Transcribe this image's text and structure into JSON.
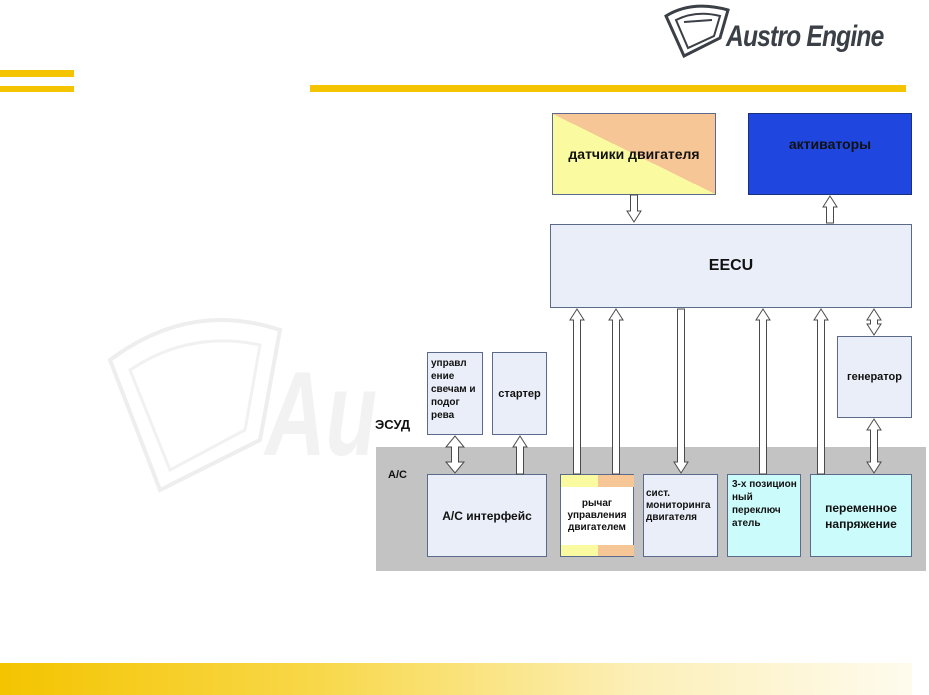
{
  "brand": {
    "logo_text": "Austro Engine"
  },
  "labels": {
    "esud": "ЭСУД",
    "ac": "A/C"
  },
  "boxes": {
    "sensors": "датчики двигателя",
    "actuators": "активаторы",
    "eecu": "EECU",
    "glow_control": "управл ение свечам и подог рева",
    "starter": "стартер",
    "generator": "генератор",
    "ac_interface": "A/C интерфейс",
    "throttle_lever": "рычаг управления двигателем",
    "monitoring": "сист. мониторинга двигателя",
    "three_pos_switch": "3-х позицион ный переключ атель",
    "ac_voltage": "переменное напряжение"
  },
  "colors": {
    "accent_yellow": "#f4c400",
    "sensor_yellow": "#fafaa0",
    "sensor_orange": "#f7c697",
    "actuator_blue": "#1f47e0",
    "box_fill": "#eaeef8",
    "cyan_fill": "#ccfbfb",
    "ac_band": "#c3c3c3"
  }
}
